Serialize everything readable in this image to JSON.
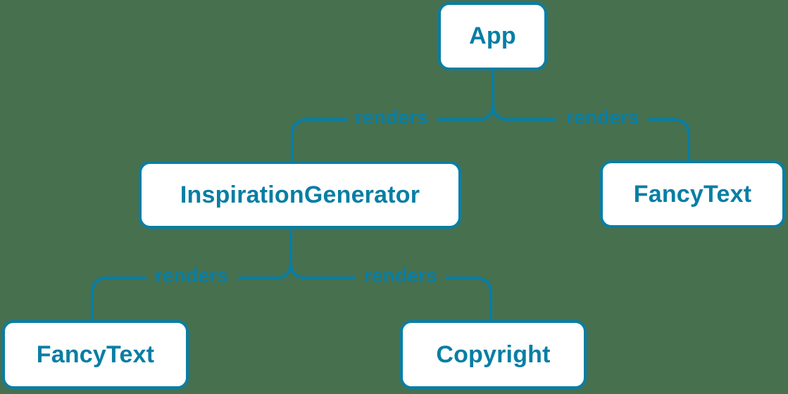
{
  "diagram": {
    "type": "component-render-tree",
    "colors": {
      "background": "#47704f",
      "accent": "#087ea4",
      "node_fill": "#ffffff"
    },
    "nodes": [
      {
        "id": "app",
        "label": "App"
      },
      {
        "id": "inspiration-generator",
        "label": "InspirationGenerator"
      },
      {
        "id": "fancy-text-top",
        "label": "FancyText"
      },
      {
        "id": "fancy-text-bottom",
        "label": "FancyText"
      },
      {
        "id": "copyright",
        "label": "Copyright"
      }
    ],
    "edges": [
      {
        "from": "App",
        "to": "InspirationGenerator",
        "label": "renders"
      },
      {
        "from": "App",
        "to": "FancyText",
        "label": "renders"
      },
      {
        "from": "InspirationGenerator",
        "to": "FancyText",
        "label": "renders"
      },
      {
        "from": "InspirationGenerator",
        "to": "Copyright",
        "label": "renders"
      }
    ]
  }
}
